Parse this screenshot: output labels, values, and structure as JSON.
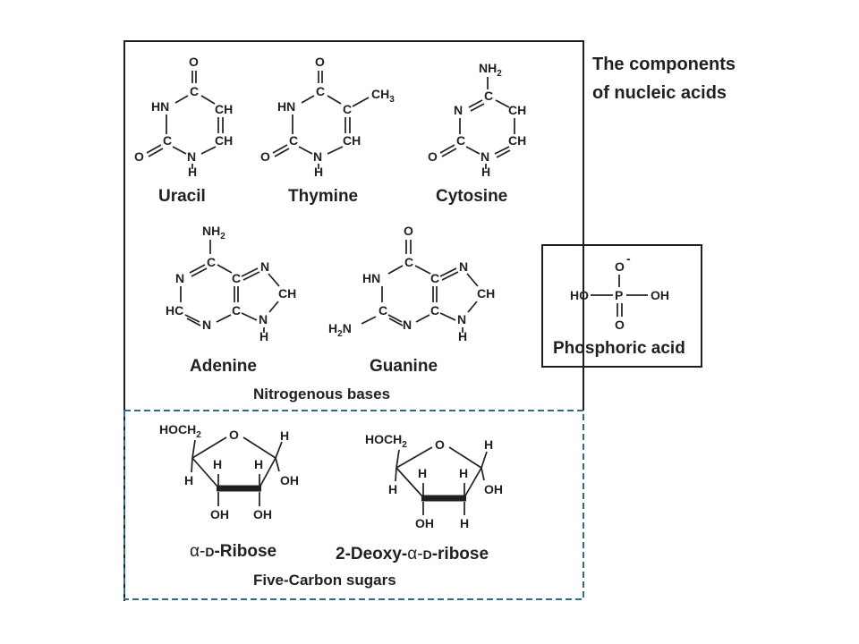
{
  "figure": {
    "title_line1": "The components",
    "title_line2": "of nucleic acids"
  },
  "atoms": {
    "O": "O",
    "C": "C",
    "N": "N",
    "H": "H",
    "HN": "HN",
    "CH": "CH",
    "HC": "HC",
    "HO": "HO",
    "OH": "OH",
    "CH3": "CH",
    "NH2": "NH",
    "H2N": "H",
    "HOCH2": "HOCH",
    "P": "P",
    "minus": "-",
    "sub2": "2",
    "sub3": "3"
  },
  "bases": {
    "uracil": "Uracil",
    "thymine": "Thymine",
    "cytosine": "Cytosine",
    "adenine": "Adenine",
    "guanine": "Guanine",
    "section_label": "Nitrogenous bases"
  },
  "phosphate": {
    "name": "Phosphoric acid"
  },
  "sugars": {
    "ribose_alpha": "α-",
    "ribose_d": "D",
    "ribose_name": "-Ribose",
    "deoxy_prefix": "2-Deoxy-",
    "deoxy_alpha": "α-",
    "deoxy_d": "D",
    "deoxy_name": "-ribose",
    "section_label": "Five-Carbon sugars"
  },
  "colors": {
    "ink": "#231f20",
    "section_divider": "#2e6e86"
  }
}
